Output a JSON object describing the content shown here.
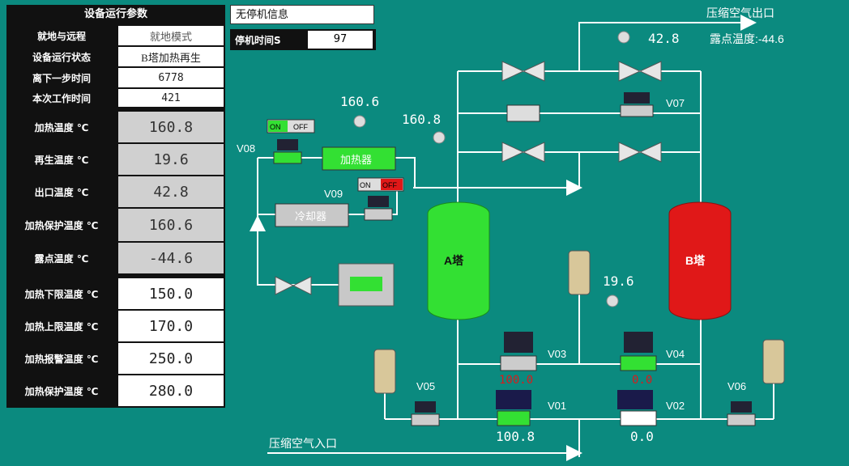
{
  "panel": {
    "title": "设备运行参数",
    "rows": [
      {
        "label": "就地与远程",
        "value": "就地模式"
      },
      {
        "label": "设备运行状态",
        "value": "B塔加热再生"
      },
      {
        "label": "离下一步时间",
        "value": "6778"
      },
      {
        "label": "本次工作时间",
        "value": "421"
      }
    ],
    "measure": [
      {
        "label": "加热温度 ℃",
        "value": "160.8"
      },
      {
        "label": "再生温度 ℃",
        "value": "19.6"
      },
      {
        "label": "出口温度 ℃",
        "value": "42.8"
      },
      {
        "label": "加热保护温度 ℃",
        "value": "160.6"
      },
      {
        "label": "露点温度 ℃",
        "value": "-44.6"
      }
    ],
    "setpoints": [
      {
        "label": "加热下限温度 ℃",
        "value": "150.0"
      },
      {
        "label": "加热上限温度 ℃",
        "value": "170.0"
      },
      {
        "label": "加热报警温度 ℃",
        "value": "250.0"
      },
      {
        "label": "加热保护温度 ℃",
        "value": "280.0"
      }
    ]
  },
  "alarm": {
    "message": "无停机信息",
    "stop_label": "停机时间S",
    "stop_value": "97"
  },
  "diagram": {
    "outlet_label": "压缩空气出口",
    "inlet_label": "压缩空气入口",
    "dew_label": "露点温度:-44.6",
    "heater_label": "加热器",
    "cooler_label": "冷却器",
    "tower_a": "A塔",
    "tower_b": "B塔",
    "on": "ON",
    "off": "OFF",
    "temps": {
      "t_outlet": "42.8",
      "t_heat1": "160.6",
      "t_heat2": "160.8",
      "t_regen": "19.6",
      "f1": "100.8",
      "f2": "0.0",
      "r1": "100.0",
      "r2": "0.0"
    },
    "valves": {
      "v01": "V01",
      "v02": "V02",
      "v03": "V03",
      "v04": "V04",
      "v05": "V05",
      "v06": "V06",
      "v07": "V07",
      "v08": "V08",
      "v09": "V09"
    }
  },
  "colors": {
    "background": "#0b8a7f",
    "tower_a": "#33e033",
    "tower_b": "#e01818",
    "pipe": "#ffffff"
  }
}
